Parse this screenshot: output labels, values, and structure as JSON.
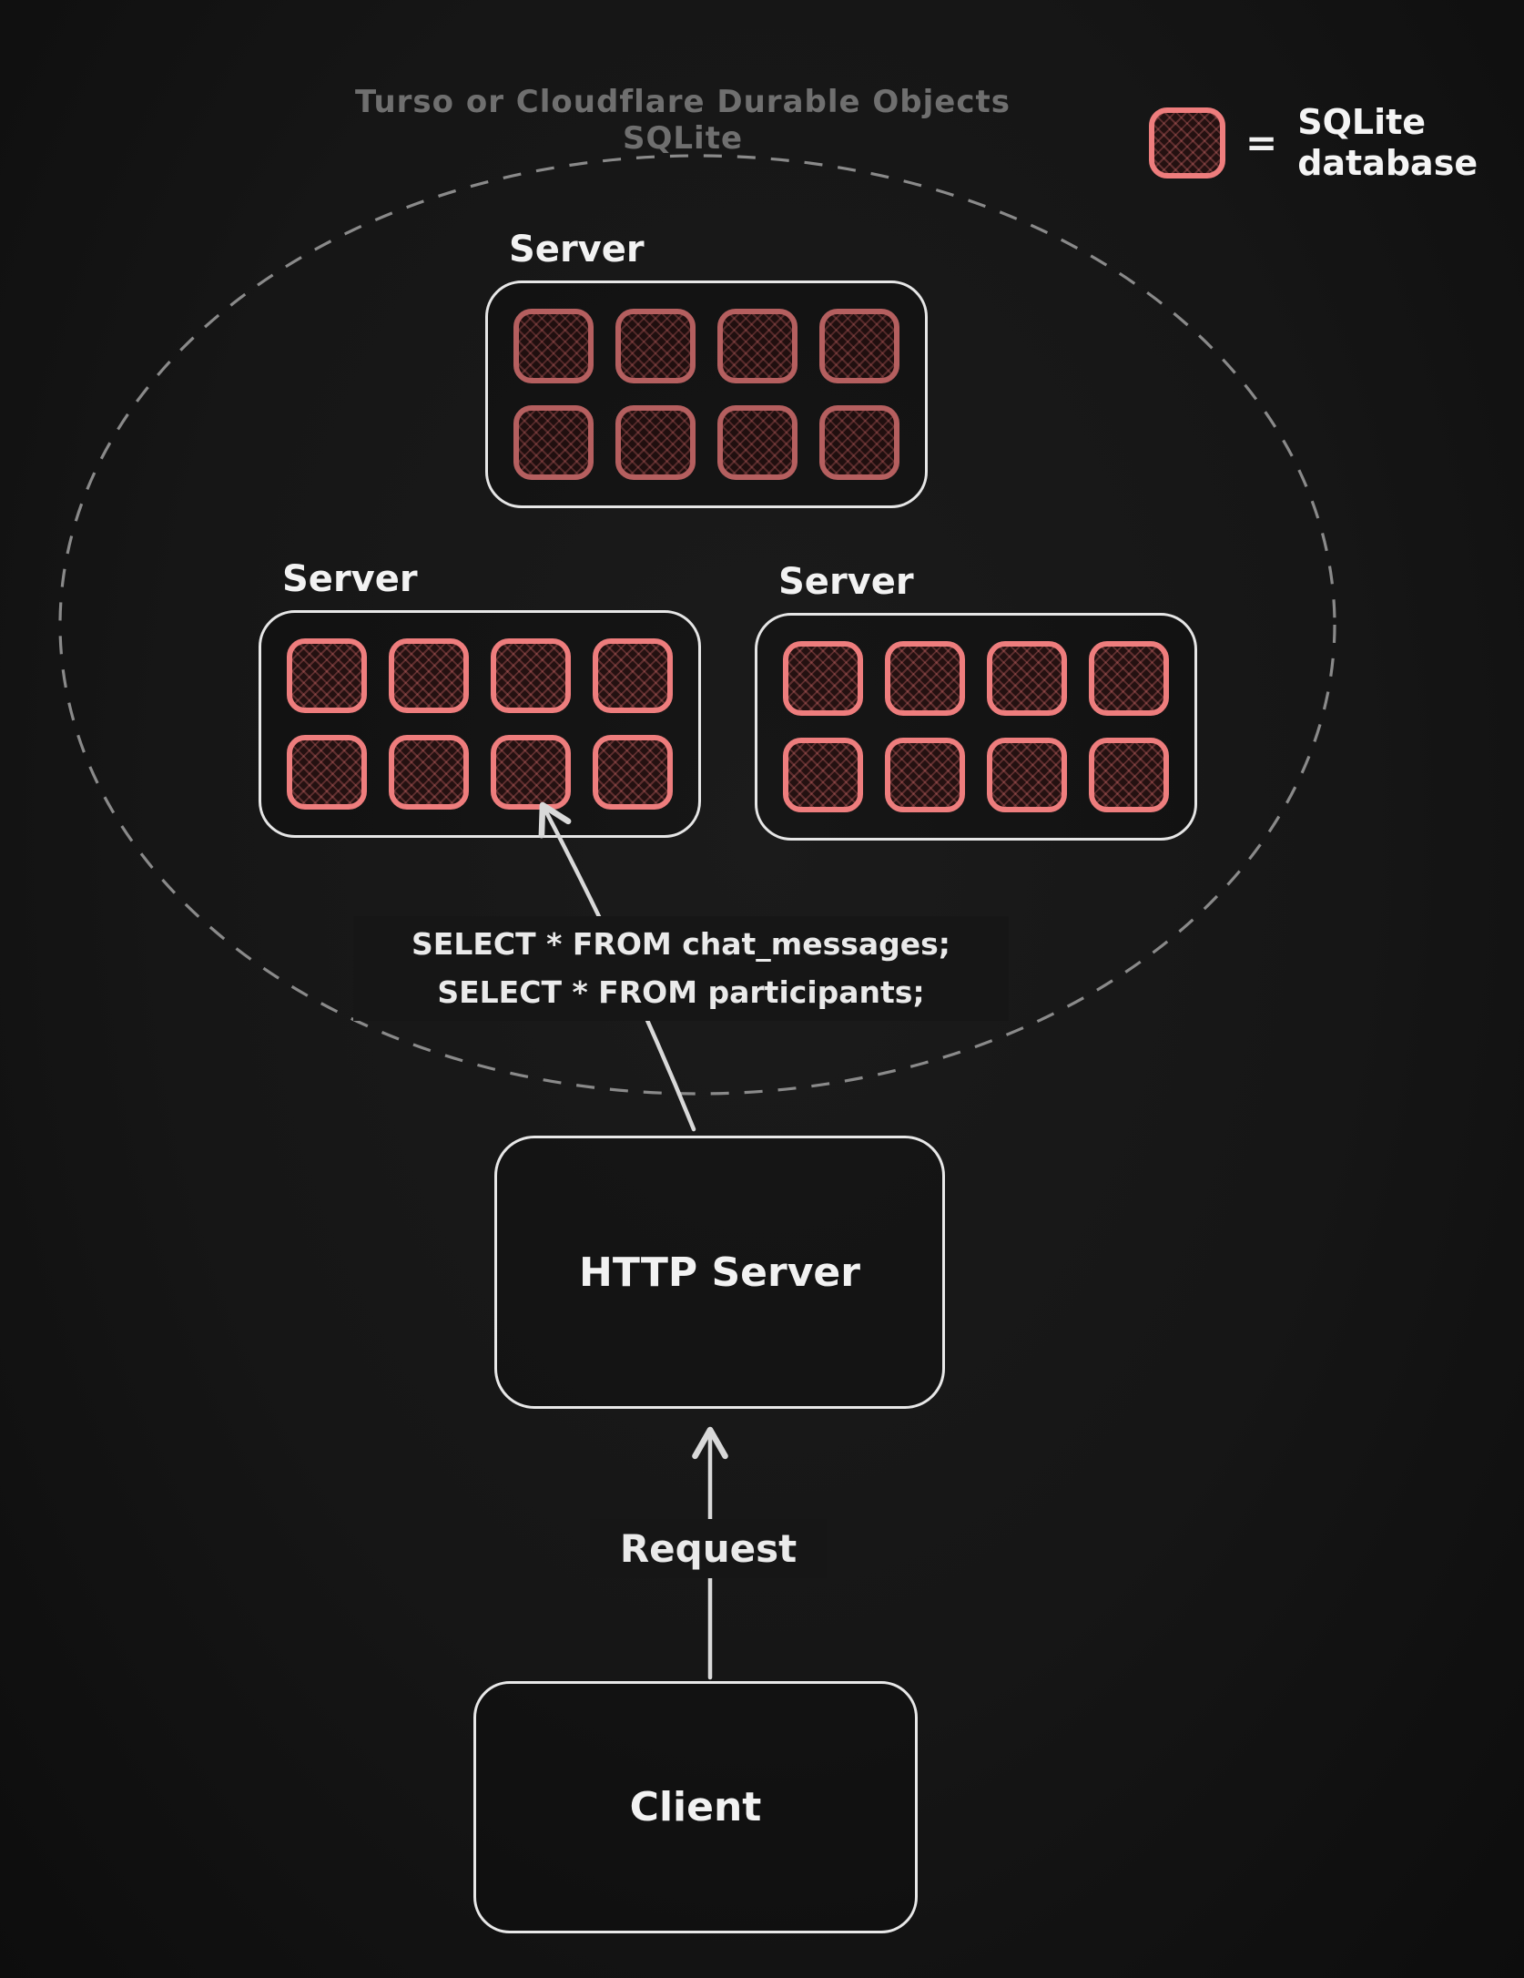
{
  "title": "Turso or Cloudflare Durable Objects SQLite",
  "legend": {
    "equals": "=",
    "label": "SQLite database"
  },
  "cluster": {
    "shape": "dashed-ellipse",
    "servers": [
      {
        "label": "Server",
        "db_count": 8
      },
      {
        "label": "Server",
        "db_count": 8
      },
      {
        "label": "Server",
        "db_count": 8
      }
    ]
  },
  "sql": {
    "lines": [
      "SELECT * FROM chat_messages;",
      "SELECT * FROM participants;"
    ]
  },
  "http_server": {
    "label": "HTTP Server"
  },
  "request": {
    "label": "Request"
  },
  "client": {
    "label": "Client"
  },
  "colors": {
    "background": "#161616",
    "box_stroke": "#e8e8e8",
    "db_red": "#ee7d7d",
    "db_fill": "#241111",
    "dashed_ellipse": "#8a8a8a",
    "title_gray": "#6f6f6f",
    "arrow": "#d9d9d9"
  }
}
